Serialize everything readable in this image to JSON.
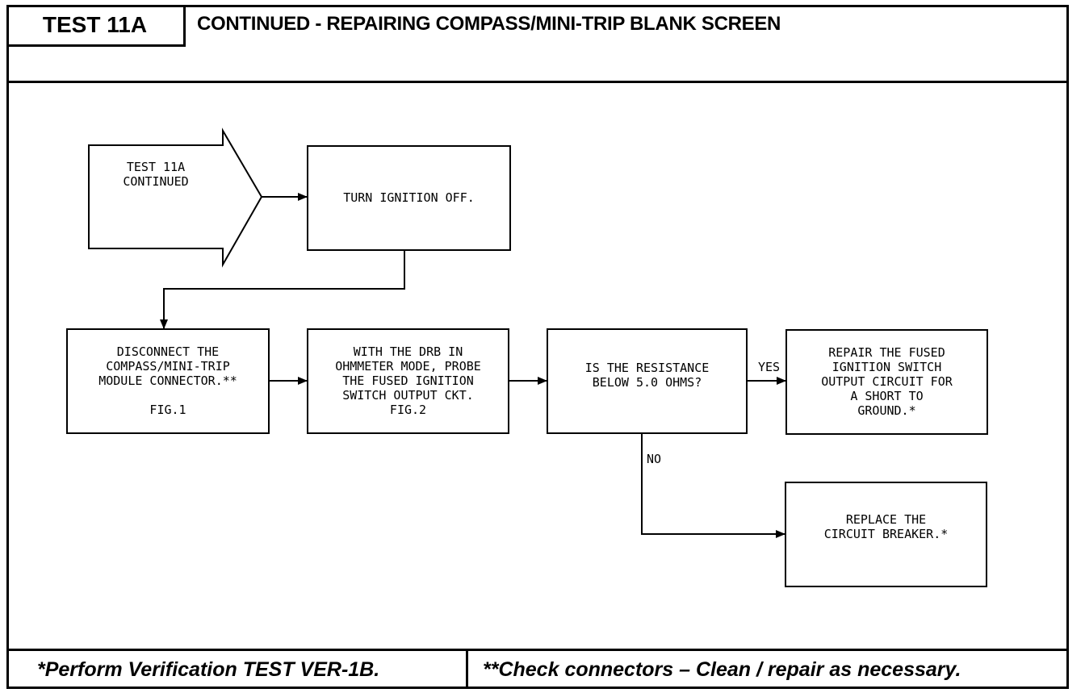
{
  "header": {
    "test_id": "TEST 11A",
    "title": "CONTINUED - REPAIRING COMPASS/MINI-TRIP BLANK SCREEN"
  },
  "flowchart": {
    "entry": "TEST 11A\nCONTINUED",
    "step_ignition_off": "TURN IGNITION OFF.",
    "step_disconnect": "DISCONNECT THE\nCOMPASS/MINI-TRIP\nMODULE CONNECTOR.**\n\nFIG.1",
    "step_probe": "WITH THE DRB IN\nOHMMETER MODE, PROBE\nTHE FUSED IGNITION\nSWITCH OUTPUT CKT.\nFIG.2",
    "decision_resistance": "IS THE RESISTANCE\nBELOW 5.0 OHMS?",
    "yes_label": "YES",
    "no_label": "NO",
    "result_repair": "REPAIR THE FUSED\nIGNITION SWITCH\nOUTPUT CIRCUIT FOR\nA SHORT TO\nGROUND.*",
    "result_replace": "REPLACE THE\nCIRCUIT BREAKER.*"
  },
  "footer": {
    "left_note": "*Perform Verification TEST VER-1B.",
    "right_note": "**Check connectors – Clean / repair as necessary."
  }
}
